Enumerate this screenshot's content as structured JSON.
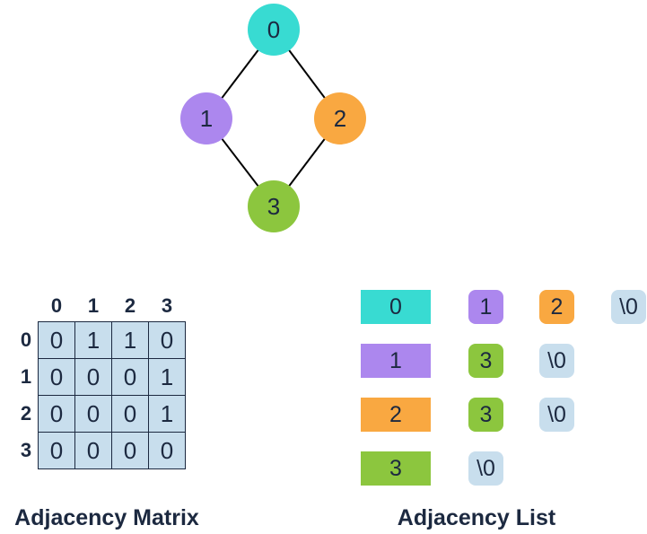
{
  "graph": {
    "label_color": "#1C2940",
    "edge_color": "#000000",
    "nodes": [
      {
        "label": "0",
        "color": "#38DBD2"
      },
      {
        "label": "1",
        "color": "#AC87EE"
      },
      {
        "label": "2",
        "color": "#F9A841"
      },
      {
        "label": "3",
        "color": "#8CC63E"
      }
    ],
    "edges": [
      {
        "from": "0",
        "to": "1"
      },
      {
        "from": "0",
        "to": "2"
      },
      {
        "from": "1",
        "to": "3"
      },
      {
        "from": "2",
        "to": "3"
      }
    ]
  },
  "matrix": {
    "caption": "Adjacency Matrix",
    "cell_bg": "#C8DEED",
    "border_color": "#1C2940",
    "col_headers": [
      "0",
      "1",
      "2",
      "3"
    ],
    "row_headers": [
      "0",
      "1",
      "2",
      "3"
    ],
    "cells": [
      [
        "0",
        "1",
        "1",
        "0"
      ],
      [
        "0",
        "0",
        "0",
        "1"
      ],
      [
        "0",
        "0",
        "0",
        "1"
      ],
      [
        "0",
        "0",
        "0",
        "0"
      ]
    ]
  },
  "list": {
    "caption": "Adjacency List",
    "null_label": "\\0",
    "null_bg": "#C8DEED",
    "rows": [
      {
        "head": "0",
        "head_color": "#38DBD2",
        "items": [
          {
            "label": "1",
            "color": "#AC87EE"
          },
          {
            "label": "2",
            "color": "#F9A841"
          },
          {
            "label": "\\0",
            "color": "#C8DEED"
          }
        ]
      },
      {
        "head": "1",
        "head_color": "#AC87EE",
        "items": [
          {
            "label": "3",
            "color": "#8CC63E"
          },
          {
            "label": "\\0",
            "color": "#C8DEED"
          }
        ]
      },
      {
        "head": "2",
        "head_color": "#F9A841",
        "items": [
          {
            "label": "3",
            "color": "#8CC63E"
          },
          {
            "label": "\\0",
            "color": "#C8DEED"
          }
        ]
      },
      {
        "head": "3",
        "head_color": "#8CC63E",
        "items": [
          {
            "label": "\\0",
            "color": "#C8DEED"
          }
        ]
      }
    ]
  }
}
